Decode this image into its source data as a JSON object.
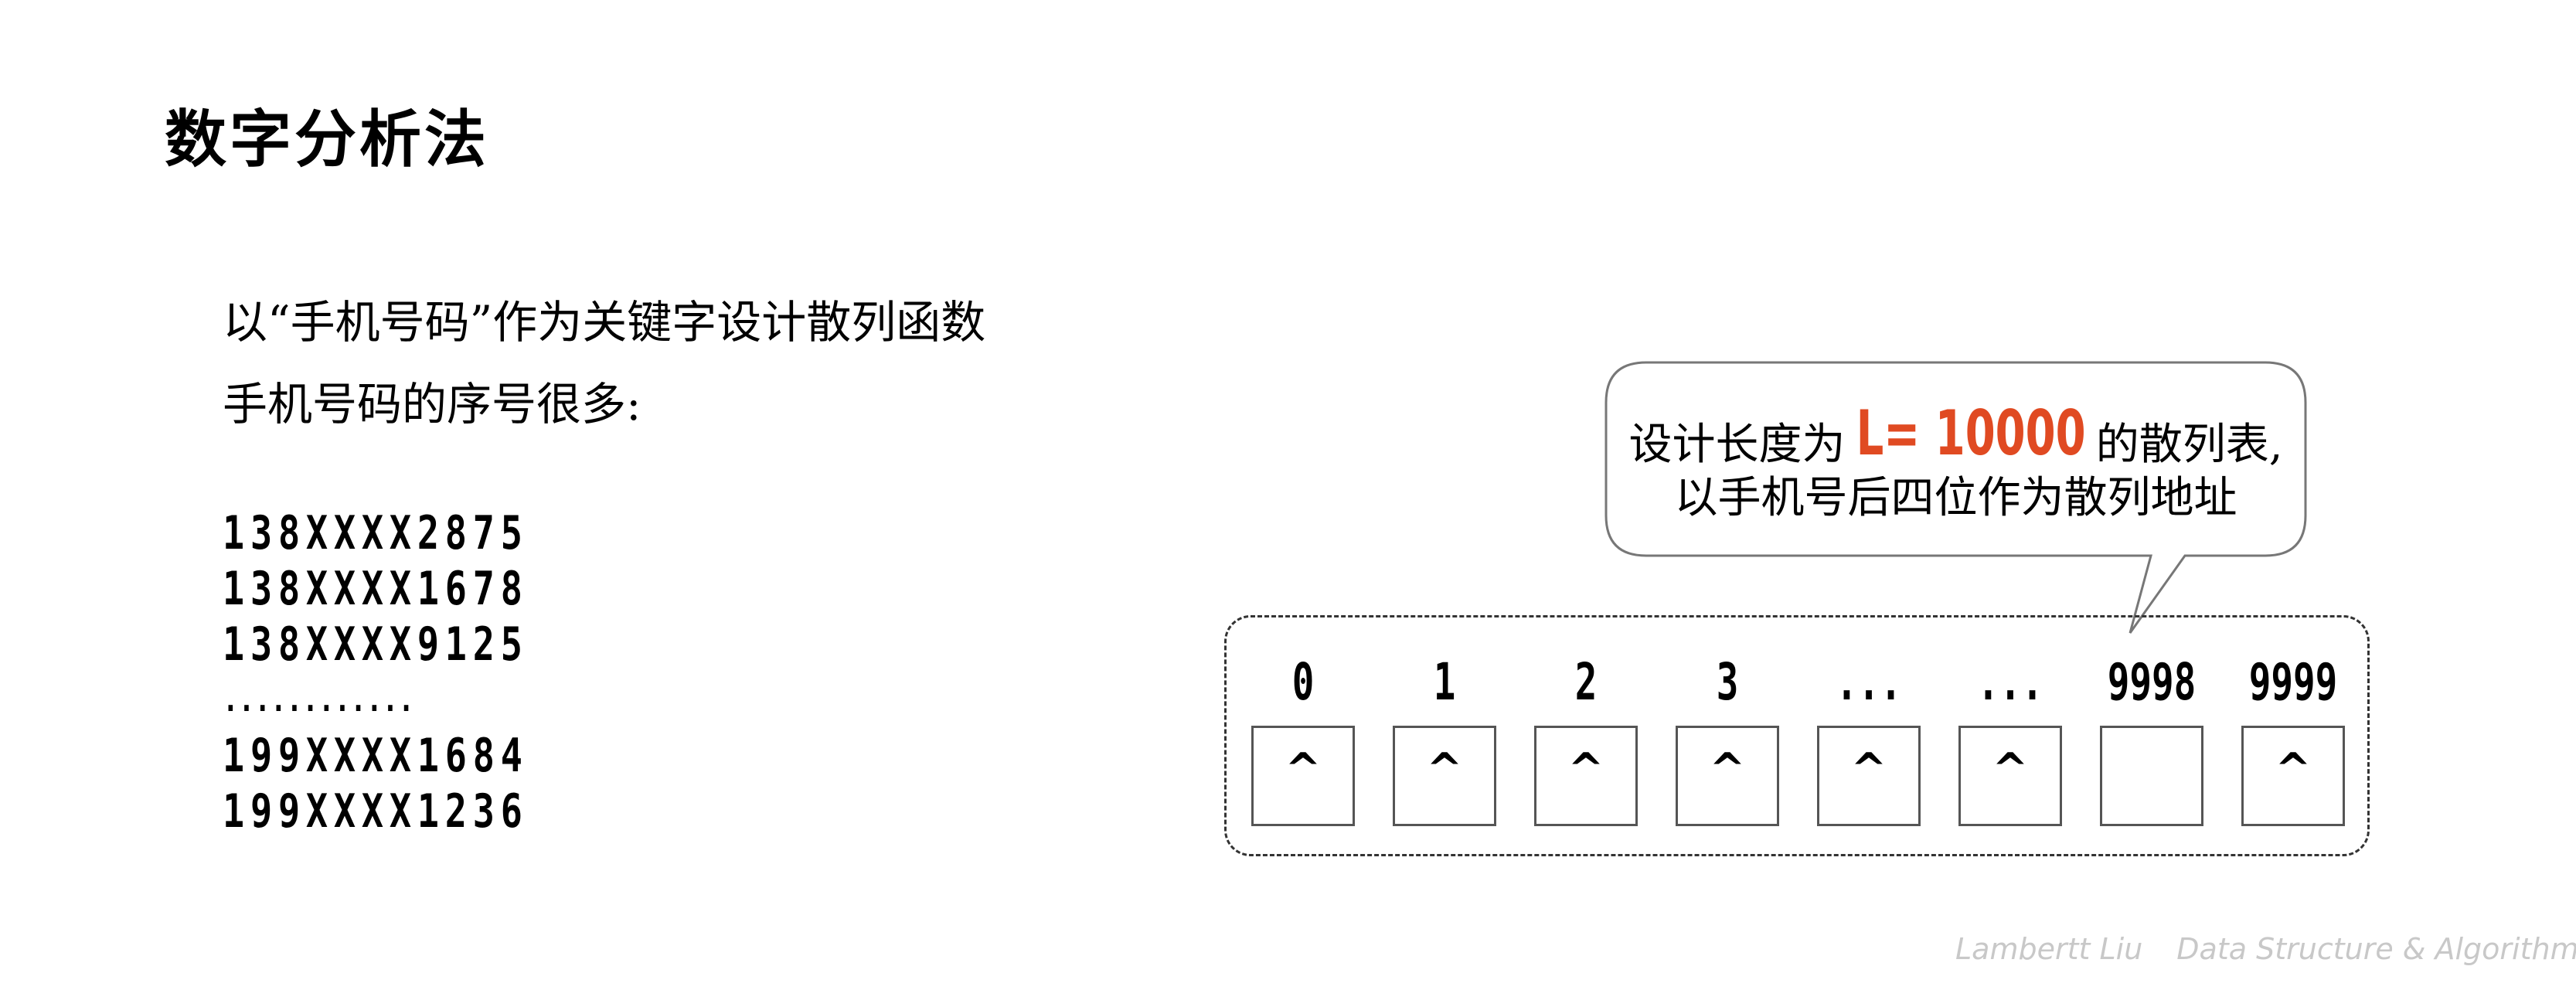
{
  "title": "数字分析法",
  "intro": {
    "line1": "以“手机号码”作为关键字设计散列函数",
    "line2": "手机号码的序号很多:"
  },
  "phone_numbers": [
    "138XXXX2875",
    "138XXXX1678",
    "138XXXX9125",
    "............",
    "199XXXX1684",
    "199XXXX1236"
  ],
  "callout": {
    "prefix": "设计长度为",
    "highlight": "L= 10000",
    "suffix": "的散列表,",
    "line2": "以手机号后四位作为散列地址",
    "highlight_color": "#e04a22"
  },
  "hash_table": {
    "slots": [
      {
        "index": "0",
        "value": "^"
      },
      {
        "index": "1",
        "value": "^"
      },
      {
        "index": "2",
        "value": "^"
      },
      {
        "index": "3",
        "value": "^"
      },
      {
        "index": "...",
        "value": "^"
      },
      {
        "index": "...",
        "value": "^"
      },
      {
        "index": "9998",
        "value": ""
      },
      {
        "index": "9999",
        "value": "^"
      }
    ]
  },
  "footer": {
    "author": "Lambertt Liu",
    "course": "Data Structure & Algorithm"
  }
}
